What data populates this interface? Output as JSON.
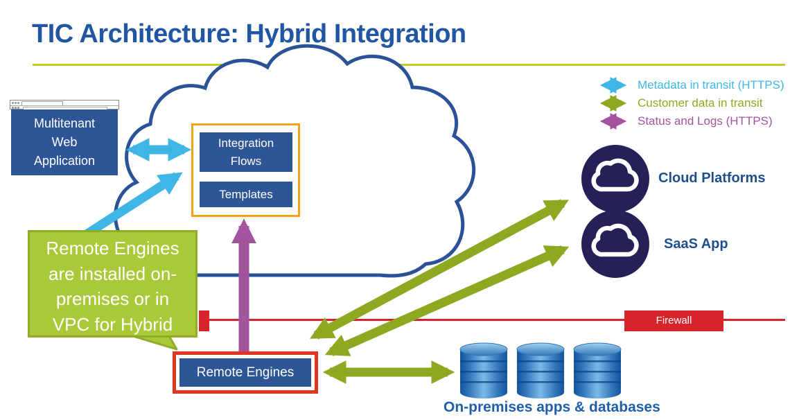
{
  "title": "TIC Architecture: Hybrid Integration",
  "legend": {
    "items": [
      {
        "label": "Metadata in transit (HTTPS)",
        "color": "#3FB6E6"
      },
      {
        "label": "Customer data in transit",
        "color": "#8DA922"
      },
      {
        "label": "Status and Logs (HTTPS)",
        "color": "#A4539E"
      }
    ]
  },
  "cloud_group": {
    "web_app": {
      "lines": [
        "Multitenant",
        "Web",
        "Application"
      ]
    },
    "integration_flows": {
      "lines": [
        "Integration",
        "Flows"
      ]
    },
    "templates_label": "Templates"
  },
  "right_side": {
    "cloud_platforms_label": "Cloud Platforms",
    "saas_app_label": "SaaS App"
  },
  "callout": {
    "lines": [
      "Remote Engines",
      "are installed on-",
      "premises or in",
      "VPC for Hybrid"
    ]
  },
  "firewall": {
    "label": "Firewall"
  },
  "remote_engines": {
    "label": "Remote Engines"
  },
  "on_premises": {
    "label": "On-premises apps & databases"
  },
  "colors": {
    "title_blue": "#2156A4",
    "box_blue": "#2E5596",
    "cloud_outline_blue": "#2B5197",
    "metadata_arrow_blue": "#3FB6E6",
    "customer_data_green": "#8DA922",
    "status_logs_purple": "#A4539E",
    "firewall_red": "#D8232A",
    "remote_border_red": "#E33422",
    "callout_green": "#A9C938",
    "orange_border": "#F5A21B",
    "navy_circle": "#252158",
    "rule_yellow_green": "#C2CE25",
    "label_blue": "#1F4E8C"
  }
}
